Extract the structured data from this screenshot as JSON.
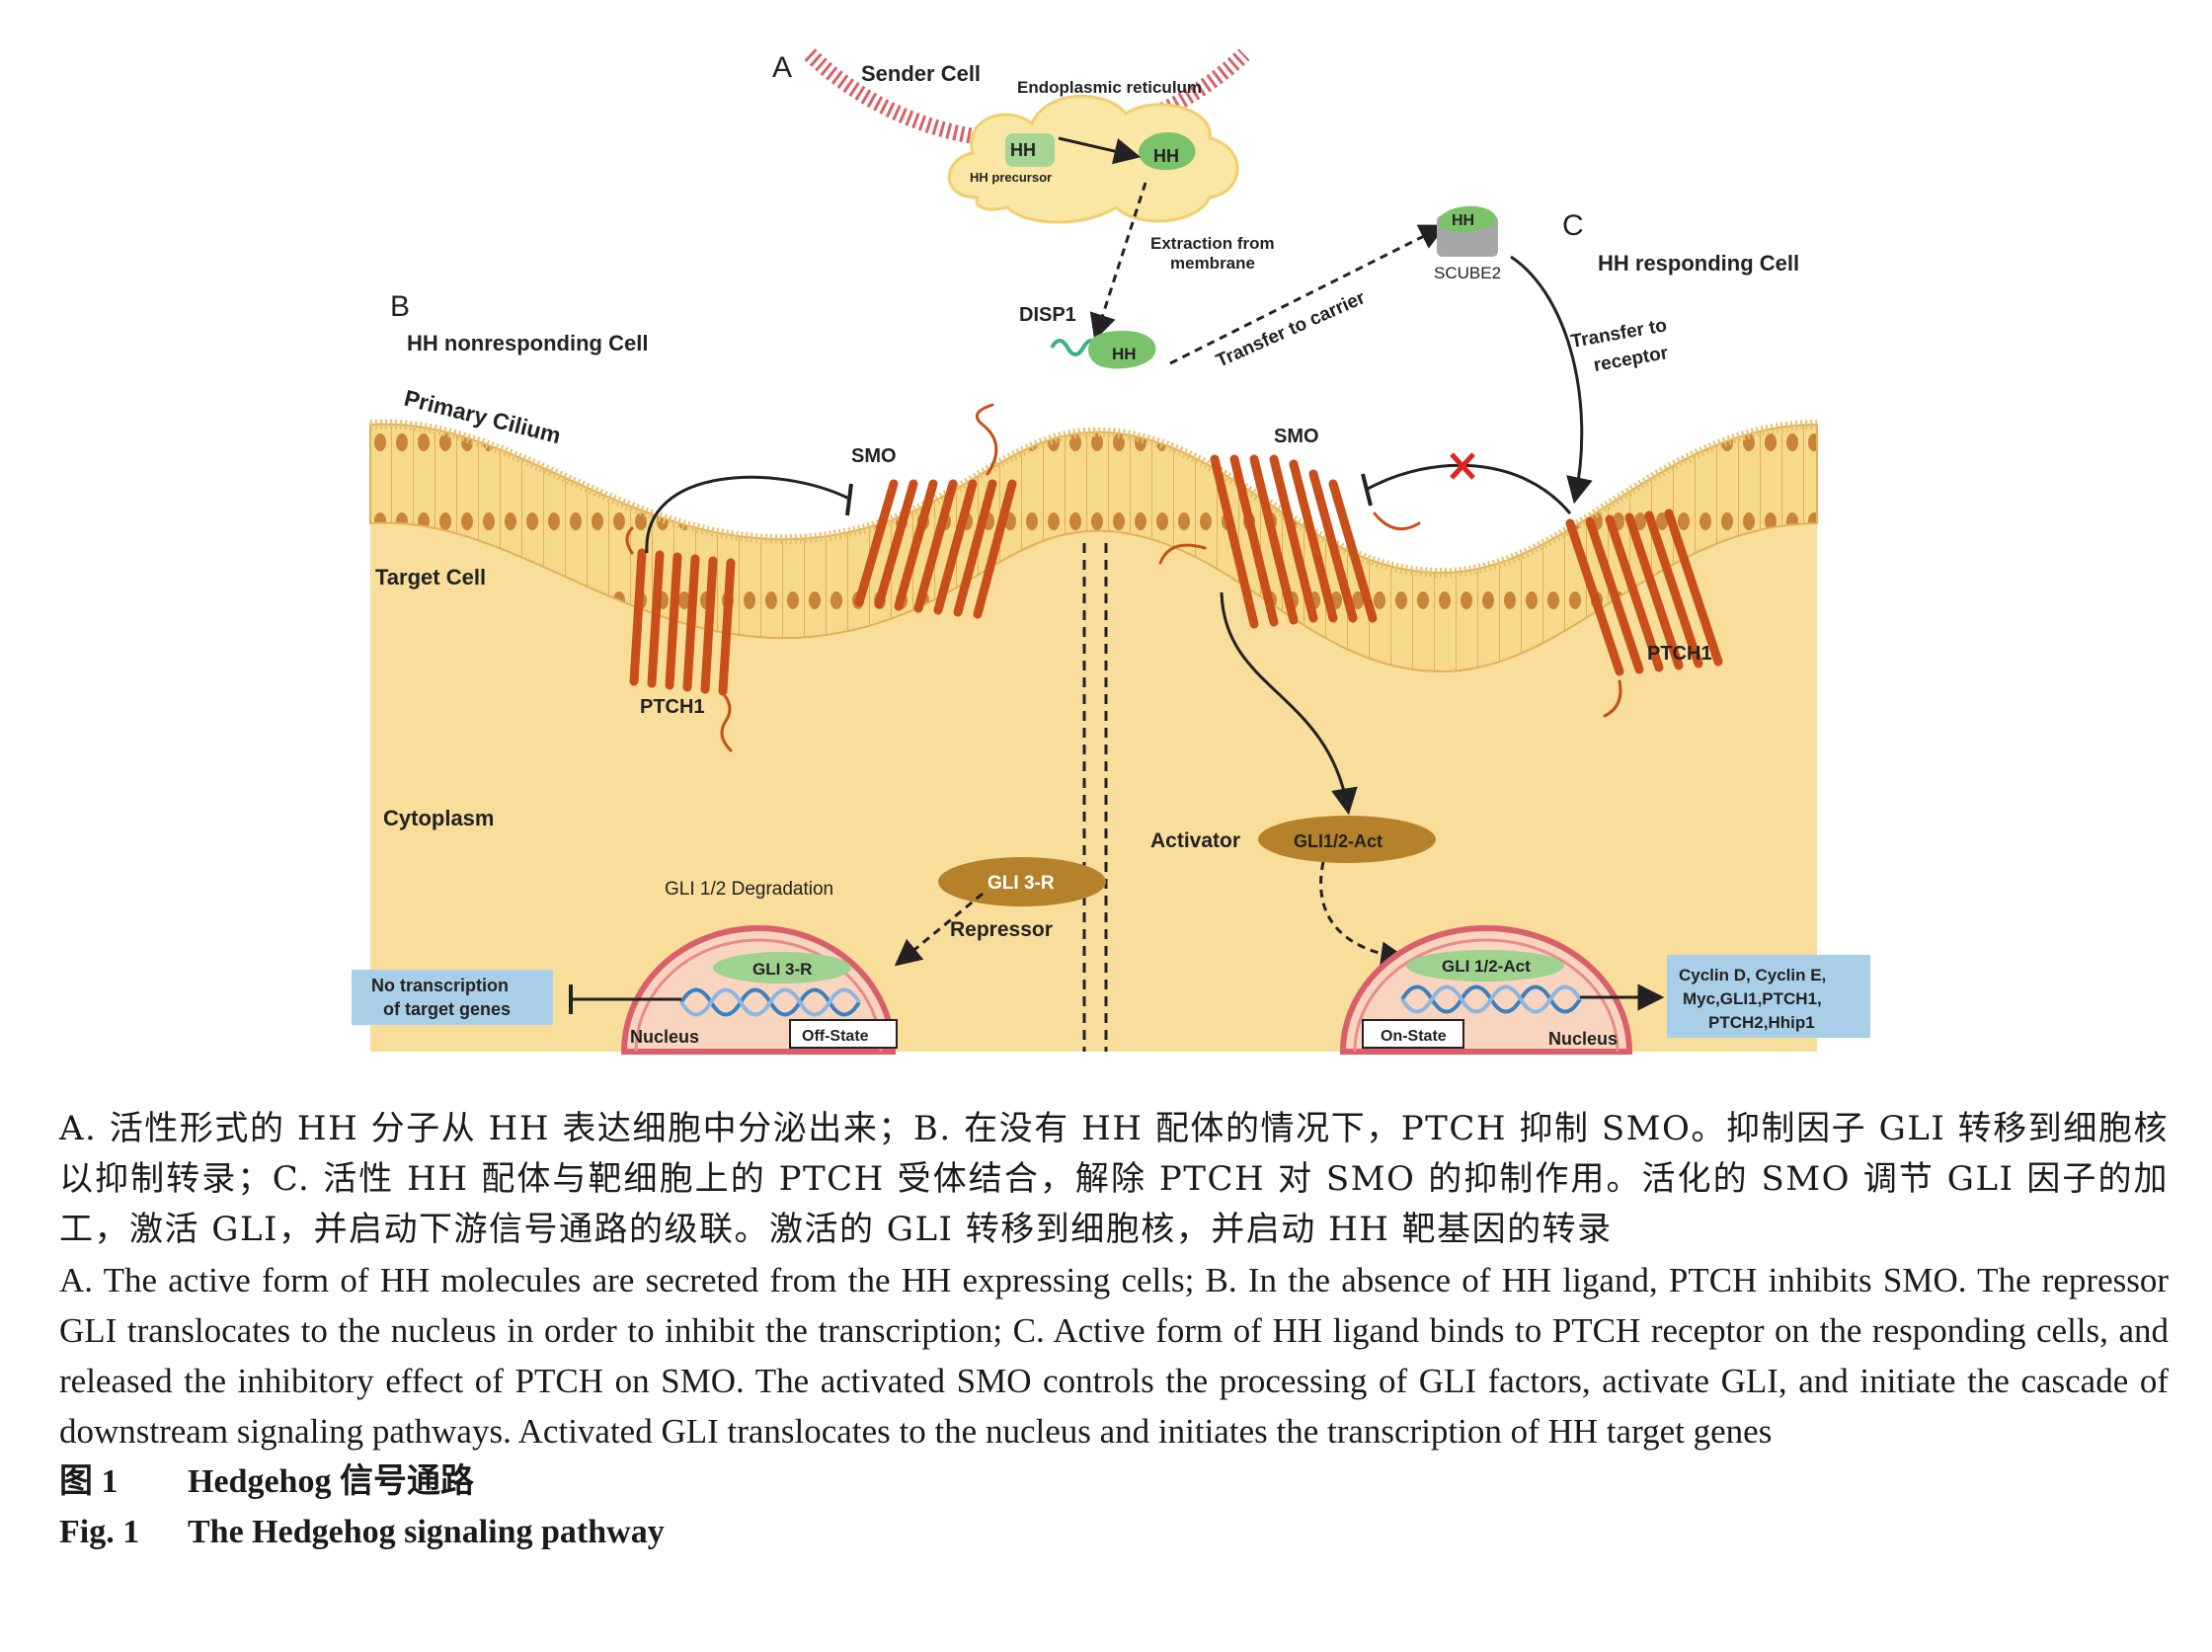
{
  "figure": {
    "panels": {
      "a": "A",
      "b": "B",
      "c": "C"
    },
    "sender_cell": "Sender Cell",
    "endoplasmic_reticulum": "Endoplasmic reticulum",
    "hh": "HH",
    "hh_precursor": "HH precursor",
    "extraction": [
      "Extraction from",
      "membrane"
    ],
    "disp1": "DISP1",
    "transfer_to_carrier": "Transfer to carrier",
    "scube2": "SCUBE2",
    "hh_responding_cell": "HH responding Cell",
    "transfer_to_receptor": [
      "Transfer to",
      "receptor"
    ],
    "hh_nonresponding_cell": "HH nonresponding Cell",
    "primary_cilium": "Primary Cilium",
    "smo": "SMO",
    "target_cell": "Target Cell",
    "ptch1": "PTCH1",
    "cytoplasm": "Cytoplasm",
    "gli_degradation": "GLI 1/2 Degradation",
    "gli3r": "GLI 3-R",
    "repressor": "Repressor",
    "no_transcription": [
      "No transcription",
      "of target genes"
    ],
    "nucleus": "Nucleus",
    "off_state": "Off-State",
    "activator": "Activator",
    "gli12act": "GLI1/2-Act",
    "gli12act_nucleus": "GLI 1/2-Act",
    "on_state": "On-State",
    "target_genes": [
      "Cyclin D, Cyclin E,",
      "Myc,GLI1,PTCH1,",
      "PTCH2,Hhip1"
    ],
    "colors": {
      "cell": "#f7d98b",
      "cell_dark": "#e8b85c",
      "nucleus_dot": "#c9843a",
      "receptor": "#c94f1a",
      "hh_green": "#7bc36a",
      "gli_brown": "#b5822b",
      "box_blue": "#a9cfe8",
      "membrane_red": "#d9606a"
    }
  },
  "caption": {
    "zh": "A. 活性形式的 HH 分子从 HH 表达细胞中分泌出来；B. 在没有 HH 配体的情况下，PTCH 抑制 SMO。抑制因子 GLI 转移到细胞核以抑制转录；C. 活性 HH 配体与靶细胞上的 PTCH 受体结合，解除 PTCH 对 SMO 的抑制作用。活化的 SMO 调节 GLI 因子的加工，激活 GLI，并启动下游信号通路的级联。激活的 GLI 转移到细胞核，并启动 HH 靶基因的转录",
    "en": "A. The active form of HH molecules are secreted from the HH expressing cells; B. In the absence of HH ligand, PTCH inhibits SMO. The repressor GLI translocates to the nucleus in order to inhibit the transcription; C. Active form of HH ligand binds to PTCH receptor on the responding cells, and released the inhibitory effect of PTCH on SMO. The activated SMO controls the processing of GLI factors, activate GLI, and initiate the cascade of downstream signaling pathways. Activated GLI translocates to the nucleus and initiates the transcription of HH target genes",
    "fig_zh_num": "图 1",
    "fig_zh_title": "Hedgehog 信号通路",
    "fig_en_num": "Fig. 1",
    "fig_en_title": "The Hedgehog signaling pathway"
  }
}
